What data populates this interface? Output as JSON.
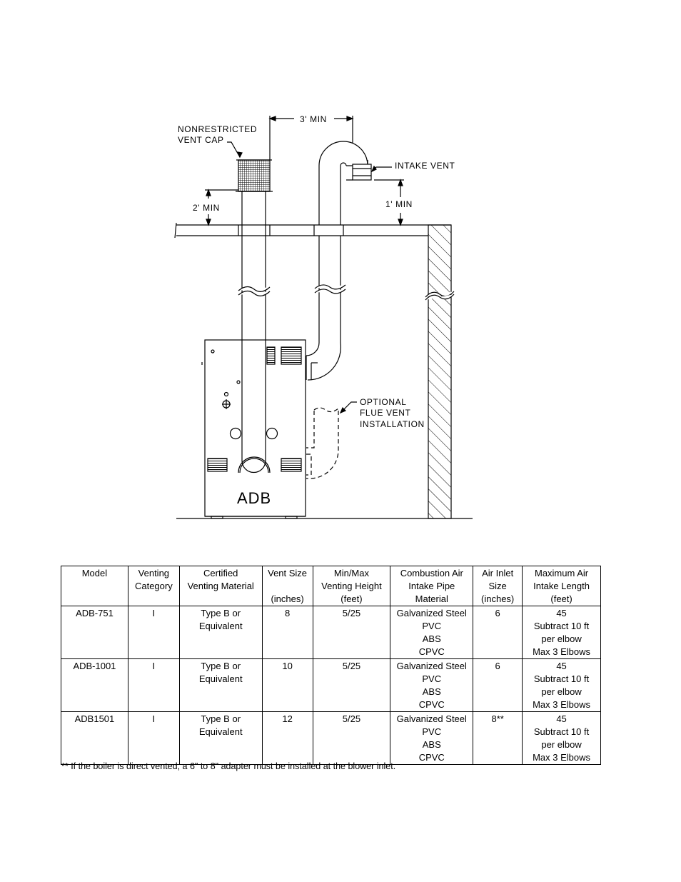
{
  "diagram": {
    "labels": {
      "vent_cap_line1": "NONRESTRICTED",
      "vent_cap_line2": "VENT CAP",
      "three_min": "3' MIN",
      "intake_vent": "INTAKE VENT",
      "two_min": "2' MIN",
      "one_min": "1' MIN",
      "optional_line1": "OPTIONAL",
      "optional_line2": "FLUE VENT",
      "optional_line3": "INSTALLATION",
      "boiler": "ADB"
    }
  },
  "table": {
    "headers": [
      [
        "Model"
      ],
      [
        "Venting",
        "Category"
      ],
      [
        "Certified",
        "Venting Material"
      ],
      [
        "Vent Size",
        "",
        "(inches)"
      ],
      [
        "Min/Max",
        "Venting Height",
        "(feet)"
      ],
      [
        "Combustion Air",
        "Intake Pipe",
        "Material"
      ],
      [
        "Air Inlet",
        "Size",
        "(inches)"
      ],
      [
        "Maximum Air",
        "Intake Length",
        "(feet)"
      ]
    ],
    "rows": [
      [
        [
          "ADB-751"
        ],
        [
          "I"
        ],
        [
          "Type B or",
          "Equivalent"
        ],
        [
          "8"
        ],
        [
          "5/25"
        ],
        [
          "Galvanized Steel",
          "PVC",
          "ABS",
          "CPVC"
        ],
        [
          "6"
        ],
        [
          "45",
          "Subtract 10 ft",
          "per elbow",
          "Max 3 Elbows"
        ]
      ],
      [
        [
          "ADB-1001"
        ],
        [
          "I"
        ],
        [
          "Type B or",
          "Equivalent"
        ],
        [
          "10"
        ],
        [
          "5/25"
        ],
        [
          "Galvanized Steel",
          "PVC",
          "ABS",
          "CPVC"
        ],
        [
          "6"
        ],
        [
          "45",
          "Subtract 10 ft",
          "per elbow",
          "Max 3 Elbows"
        ]
      ],
      [
        [
          "ADB1501"
        ],
        [
          "I"
        ],
        [
          "Type B or",
          "Equivalent"
        ],
        [
          "12"
        ],
        [
          "5/25"
        ],
        [
          "Galvanized Steel",
          "PVC",
          "ABS",
          "CPVC"
        ],
        [
          "8**"
        ],
        [
          "45",
          "Subtract 10 ft",
          "per elbow",
          "Max 3 Elbows"
        ]
      ]
    ],
    "footnote": "** If the boiler is direct vented, a 6\" to 8\" adapter must be installed at the blower inlet."
  }
}
